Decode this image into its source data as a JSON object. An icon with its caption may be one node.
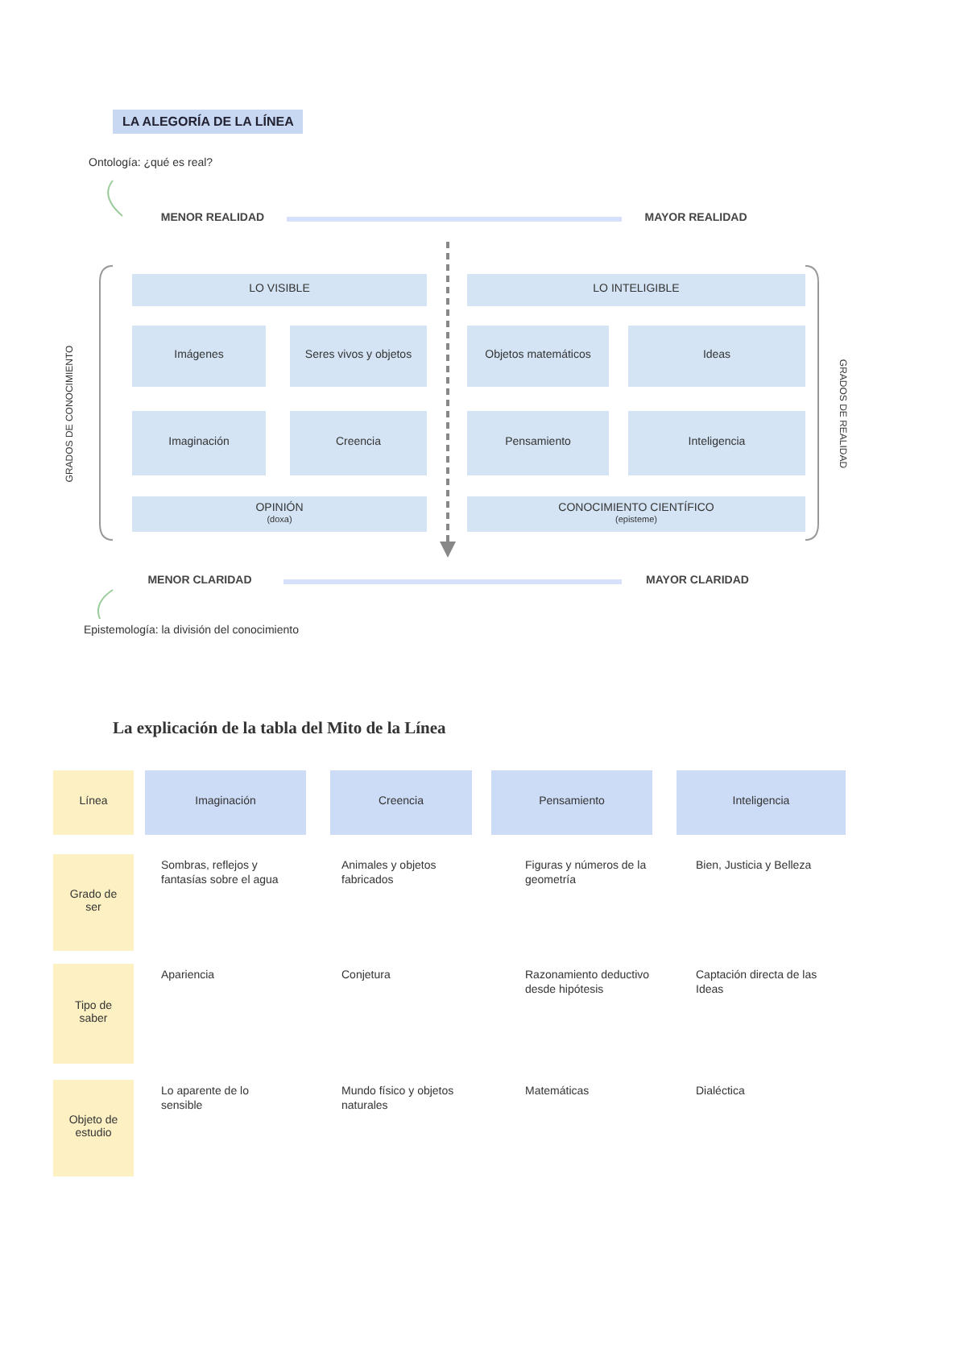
{
  "diagram": {
    "title": "LA ALEGORÍA DE LA LÍNEA",
    "nodes": [
      {
        "text": [
          "MENOR REALIDAD"
        ]
      },
      {
        "text": [
          "MAYOR REALIDAD"
        ]
      },
      {
        "text": [
          "LO VISIBLE"
        ]
      },
      {
        "text": [
          "LO INTELIGIBLE"
        ]
      },
      {
        "text": [
          "Imágenes"
        ]
      },
      {
        "text": [
          "Seres vivos y objetos"
        ]
      },
      {
        "text": [
          "Objetos matemáticos"
        ]
      },
      {
        "text": [
          "Ideas"
        ]
      },
      {
        "text": [
          "Imaginación"
        ]
      },
      {
        "text": [
          "Creencia"
        ]
      },
      {
        "text": [
          "Pensamiento"
        ]
      },
      {
        "text": [
          "Inteligencia"
        ]
      },
      {
        "text": [
          "OPINIÓN",
          "(doxa)"
        ]
      },
      {
        "text": [
          "CONOCIMIENTO CIENTÍFICO",
          "(episteme)"
        ]
      },
      {
        "text": [
          "MENOR CLARIDAD"
        ]
      },
      {
        "text": [
          "MAYOR CLARIDAD"
        ]
      },
      {
        "text": [
          "Línea"
        ]
      },
      {
        "text": [
          "Imaginación"
        ]
      },
      {
        "text": [
          "Creencia"
        ]
      },
      {
        "text": [
          "Pensamiento"
        ]
      },
      {
        "text": [
          "Inteligencia"
        ]
      },
      {
        "text": [
          "Grado de ser"
        ]
      },
      {
        "text": [
          "Tipo de saber"
        ]
      },
      {
        "text": [
          "Objeto de estudio"
        ]
      }
    ],
    "edges": [
      {
        "from": 0,
        "to": 1,
        "arrow": "none"
      },
      {
        "from": 14,
        "to": 15,
        "arrow": "none"
      }
    ],
    "labels": [
      "Ontología: ¿qué es real?",
      "GRADOS DE CONOCIMIENTO",
      "GRADOS DE REALIDAD",
      "Epistemología: la división del conocimiento",
      "La explicación de la tabla del Mito de la Línea",
      "Sombras, reflejos y fantasías sobre el agua",
      "Animales y objetos fabricados",
      "Figuras y números de la geometría",
      "Bien, Justicia y Belleza",
      "Apariencia",
      "Conjetura",
      "Razonamiento deductivo desde hipótesis",
      "Captación directa de las Ideas",
      "Lo aparente de lo sensible",
      "Mundo físico y objetos naturales",
      "Matemáticas",
      "Dialéctica"
    ]
  }
}
